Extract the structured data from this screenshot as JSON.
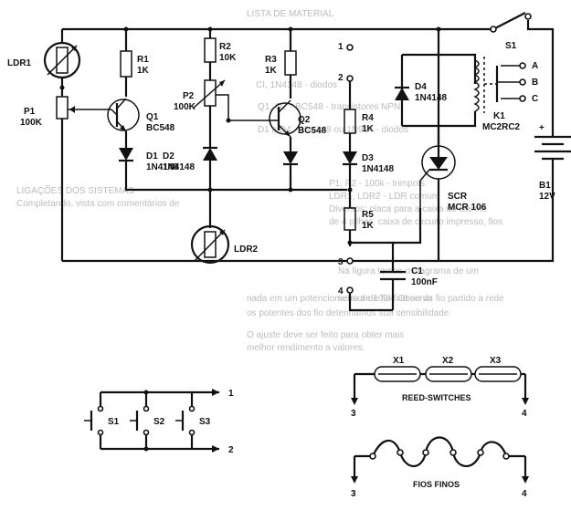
{
  "background_text": {
    "lines": [
      "LISTA DE MATERIAL",
      "CI, 1N4148 - diodos",
      "Q1, Q2 - BC548 - transistores NPN",
      "D1 a D4 - 1N4148 ou 1N914 - diodos",
      "P1, P2 - 100k - trimpots",
      "LDR1, LDR2 - LDR comum",
      "Diversos: placa para a caixa do alarme",
      "de 4 pilhas, caixa de circuito impresso, fios",
      "LIGAÇÕES DOS SISTEMAS",
      "Completando, vista com comentários de",
      "Na figura temos o diagrama de um",
      "sensor de fio fino ou de fio partido a rede",
      "nada em um potenciometro de 100k. Observa",
      "os potentes dos fio detenhamos sua sensibilidade",
      "O ajuste deve ser feito para obter mais",
      "melhor rendimento a valores."
    ]
  },
  "components": {
    "ldr1": {
      "ref": "LDR1"
    },
    "p1": {
      "ref": "P1",
      "value": "100K"
    },
    "r1": {
      "ref": "R1",
      "value": "1K"
    },
    "q1": {
      "ref": "Q1",
      "value": "BC548"
    },
    "d1": {
      "ref": "D1",
      "value": "1N4148"
    },
    "r2": {
      "ref": "R2",
      "value": "10K"
    },
    "p2": {
      "ref": "P2",
      "value": "100K"
    },
    "d2": {
      "ref": "D2",
      "value": "1N4148"
    },
    "ldr2": {
      "ref": "LDR2"
    },
    "r3": {
      "ref": "R3",
      "value": "1K"
    },
    "q2": {
      "ref": "Q2",
      "value": "BC548"
    },
    "r4": {
      "ref": "R4",
      "value": "1K"
    },
    "d3": {
      "ref": "D3",
      "value": "1N4148"
    },
    "r5": {
      "ref": "R5",
      "value": "1K"
    },
    "c1": {
      "ref": "C1",
      "value": "100nF"
    },
    "d4": {
      "ref": "D4",
      "value": "1N4148"
    },
    "scr": {
      "ref": "SCR",
      "value": "MCR 106"
    },
    "k1": {
      "ref": "K1",
      "value": "MC2RC2",
      "contacts": [
        "A",
        "B",
        "C"
      ]
    },
    "s1": {
      "ref": "S1"
    },
    "b1": {
      "ref": "B1",
      "value": "12V"
    }
  },
  "terminals": [
    "1",
    "2",
    "3",
    "4"
  ],
  "switch_panel": {
    "switches": [
      "S1",
      "S2",
      "S3"
    ],
    "terminal_top": "1",
    "terminal_bottom": "2"
  },
  "reed_panel": {
    "switches": [
      "X1",
      "X2",
      "X3"
    ],
    "caption": "REED-SWITCHES",
    "terminal_left": "3",
    "terminal_right": "4"
  },
  "wire_panel": {
    "caption": "FIOS FINOS",
    "terminal_left": "3",
    "terminal_right": "4"
  }
}
